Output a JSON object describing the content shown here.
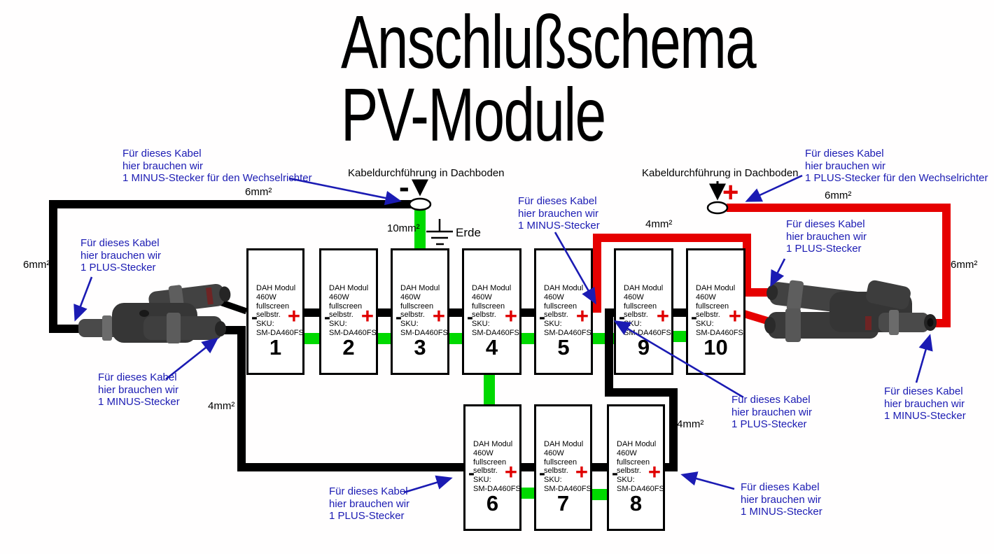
{
  "title": {
    "line1": "Anschlußschema",
    "line2": "PV-Module"
  },
  "module": {
    "spec": [
      "DAH Modul",
      "460W",
      "fullscreen",
      "selbstr.",
      "SKU:",
      "SM-DA460FS"
    ],
    "minus_terminal": "-",
    "plus_terminal": "+"
  },
  "modules": {
    "top": [
      "1",
      "2",
      "3",
      "4",
      "5",
      "9",
      "10"
    ],
    "bottom": [
      "6",
      "7",
      "8"
    ]
  },
  "ann": {
    "common_l1": "Für dieses Kabel",
    "common_l2": "hier brauchen wir",
    "top_left_l3": "1 MINUS-Stecker für den Wechselrichter",
    "top_right_l3": "1 PLUS-Stecker für den Wechselrichter",
    "plus_l3": "1 PLUS-Stecker",
    "minus_l3": "1 MINUS-Stecker"
  },
  "labels": {
    "roof_feedthrough": "Kabeldurchführung in Dachboden",
    "earth": "Erde",
    "mm6": "6mm²",
    "mm4": "4mm²",
    "mm10": "10mm²",
    "roof_minus": "-",
    "roof_plus": "+"
  },
  "colors": {
    "wire_minus": "#000000",
    "wire_plus": "#e60000",
    "wire_earth": "#00d900",
    "annotation_blue": "#1b1bb3"
  }
}
